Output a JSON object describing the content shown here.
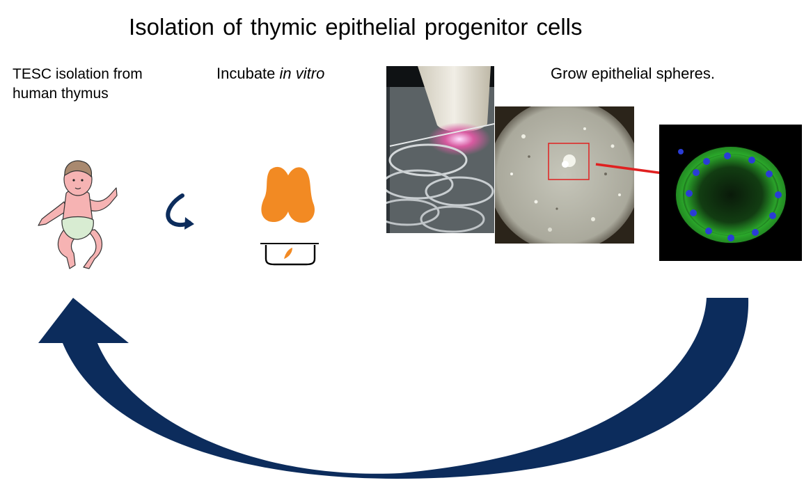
{
  "title": "Isolation of thymic epithelial progenitor cells",
  "steps": {
    "isolation": "TESC isolation from human thymus",
    "incubate_prefix": "Incubate ",
    "incubate_italic": "in vitro",
    "grow": "Grow  epithelial spheres."
  },
  "colors": {
    "arrow_navy": "#0c2c5c",
    "thymus_orange": "#f28a23",
    "highlight_red": "#e02020",
    "baby_skin": "#f6b3b3",
    "diaper": "#d8ecd2",
    "fluorescence_green": "#2fb82f",
    "nuclei_blue": "#2a3cd6"
  },
  "icons": [
    "baby-icon",
    "rotate-arrow-icon",
    "thymus-icon",
    "culture-dish-icon",
    "return-arrow-icon"
  ]
}
